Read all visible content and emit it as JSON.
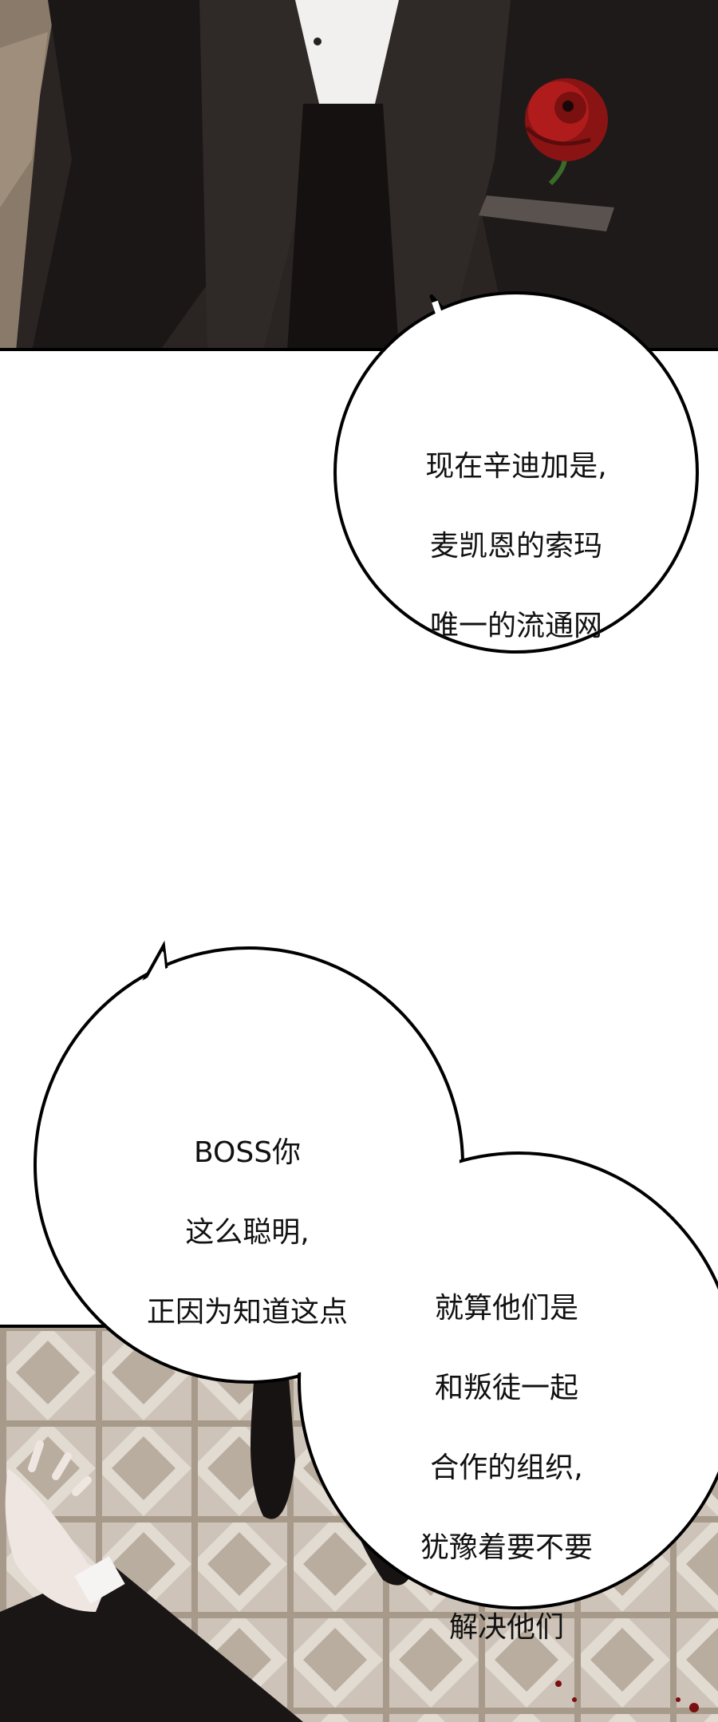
{
  "bubbles": [
    {
      "lines": [
        "现在辛迪加是,",
        "麦凯恩的索玛",
        "唯一的流通网"
      ]
    },
    {
      "lines": [
        "BOSS你",
        "这么聪明,",
        "正因为知道这点"
      ]
    },
    {
      "lines": [
        "就算他们是",
        "和叛徒一起",
        "合作的组织,",
        "犹豫着要不要",
        "解决他们"
      ]
    }
  ],
  "colors": {
    "ink": "#111111",
    "suit": "#241f1e",
    "rose": "#b01c1c",
    "floor": "#cfc6bc"
  }
}
